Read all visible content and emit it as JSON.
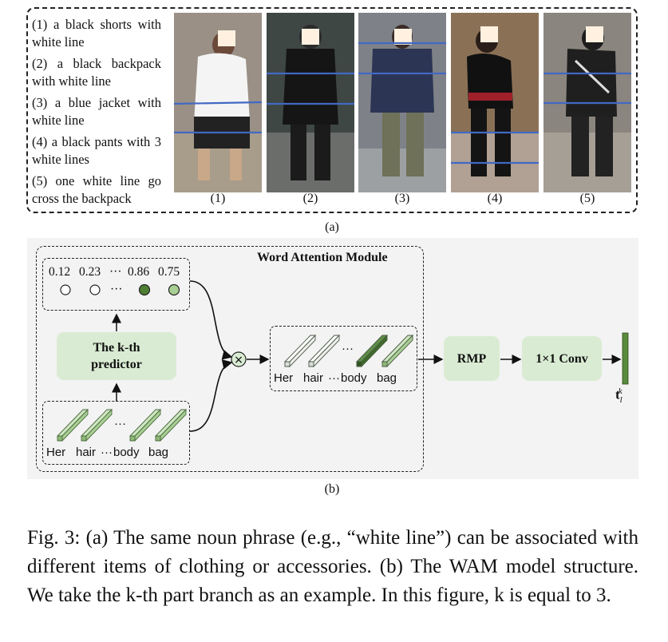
{
  "panel_a": {
    "descriptions": [
      "(1) a black shorts with white line",
      "(2) a black backpack with white line",
      "(3) a blue jacket with white line",
      "(4) a black pants with 3 white lines",
      "(5) one white line go cross the backpack"
    ],
    "photo_labels": [
      "(1)",
      "(2)",
      "(3)",
      "(4)",
      "(5)"
    ],
    "label": "(a)"
  },
  "panel_b": {
    "title": "Word Attention Module",
    "scores": {
      "s1": "0.12",
      "s2": "0.23",
      "dots": "···",
      "s3": "0.86",
      "s4": "0.75"
    },
    "predictor_line1": "The k-th",
    "predictor_line2": "predictor",
    "words": {
      "w1": "Her",
      "w2": "hair",
      "dots": "···",
      "w3": "body",
      "w4": "bag"
    },
    "multiply_symbol": "×",
    "rmp": "RMP",
    "conv": "1×1 Conv",
    "output_main": "t",
    "output_sub": "l",
    "output_sup": "k",
    "label": "(b)",
    "colors": {
      "light_green": "#d9ecd3",
      "mid_green": "#a9cf94",
      "dark_green": "#4e7f34",
      "output_bar": "#5a8a3c"
    }
  },
  "caption": "Fig. 3: (a) The same noun phrase (e.g., “white line”) can be associated with different items of clothing or accessories. (b) The WAM model structure. We take the k-th part branch as an example. In this figure, k is equal to 3."
}
